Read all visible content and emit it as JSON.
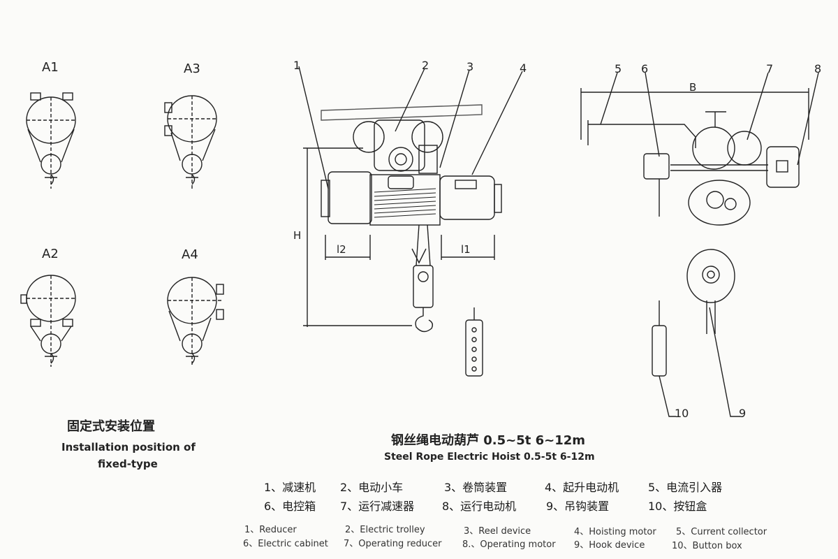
{
  "installation": {
    "positions": [
      "A1",
      "A3",
      "A2",
      "A4"
    ],
    "title_cn": "固定式安装位置",
    "title_en_line1": "Installation position of",
    "title_en_line2": "fixed-type"
  },
  "hoist": {
    "title_cn": "钢丝绳电动葫芦 0.5~5t 6~12m",
    "title_en": "Steel Rope Electric Hoist  0.5-5t   6-12m"
  },
  "callouts": [
    "1",
    "2",
    "3",
    "4",
    "5",
    "6",
    "7",
    "8",
    "9",
    "10"
  ],
  "dimensions": {
    "h": "H",
    "l1": "l1",
    "l2": "l2",
    "b": "B"
  },
  "parts_cn": [
    "1、减速机",
    "2、电动小车",
    "3、卷筒装置",
    "4、起升电动机",
    "5、电流引入器",
    "6、电控箱",
    "7、运行减速器",
    "8、运行电动机",
    "9、吊钩装置",
    "10、按钮盒"
  ],
  "parts_en": [
    "1、Reducer",
    "2、Electric trolley",
    "3、Reel device",
    "4、Hoisting motor",
    "5、Current collector",
    "6、Electric cabinet",
    "7、Operating reducer",
    "8.、Operating motor",
    "9、Hook device",
    "10、Button box"
  ]
}
